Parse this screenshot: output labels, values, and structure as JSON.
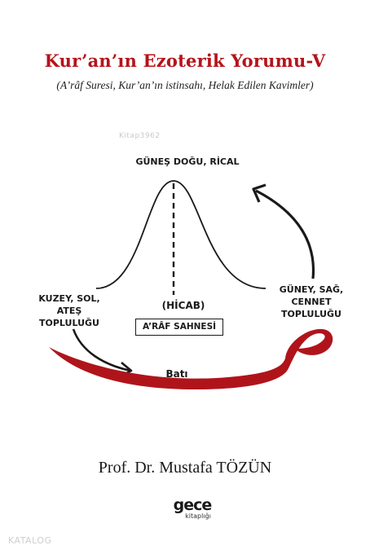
{
  "cover": {
    "title": "Kur’an’ın Ezoterik Yorumu-V",
    "subtitle": "(A’râf Suresi, Kur’an’ın istinsahı, Helak Edilen Kavimler)",
    "author": "Prof. Dr. Mustafa TÖZÜN"
  },
  "diagram": {
    "top_label": "GÜNEŞ DOĞU, RİCAL",
    "left_label": [
      "KUZEY, SOL,",
      "ATEŞ",
      "TOPLULUĞU"
    ],
    "right_label": [
      "GÜNEY, SAĞ,",
      "CENNET",
      "TOPLULUĞU"
    ],
    "hicab": "(HİCAB)",
    "araf": "A’RÂF SAHNESİ",
    "bati": "Batı"
  },
  "publisher": {
    "logo_main": "gece",
    "logo_sub": "kitaplığı"
  },
  "watermarks": {
    "top": "Kitap3962",
    "bottom": "KATALOG"
  },
  "colors": {
    "title_red": "#b5131b",
    "stroke_red": "#b0141b",
    "ink": "#1a1a1a"
  }
}
